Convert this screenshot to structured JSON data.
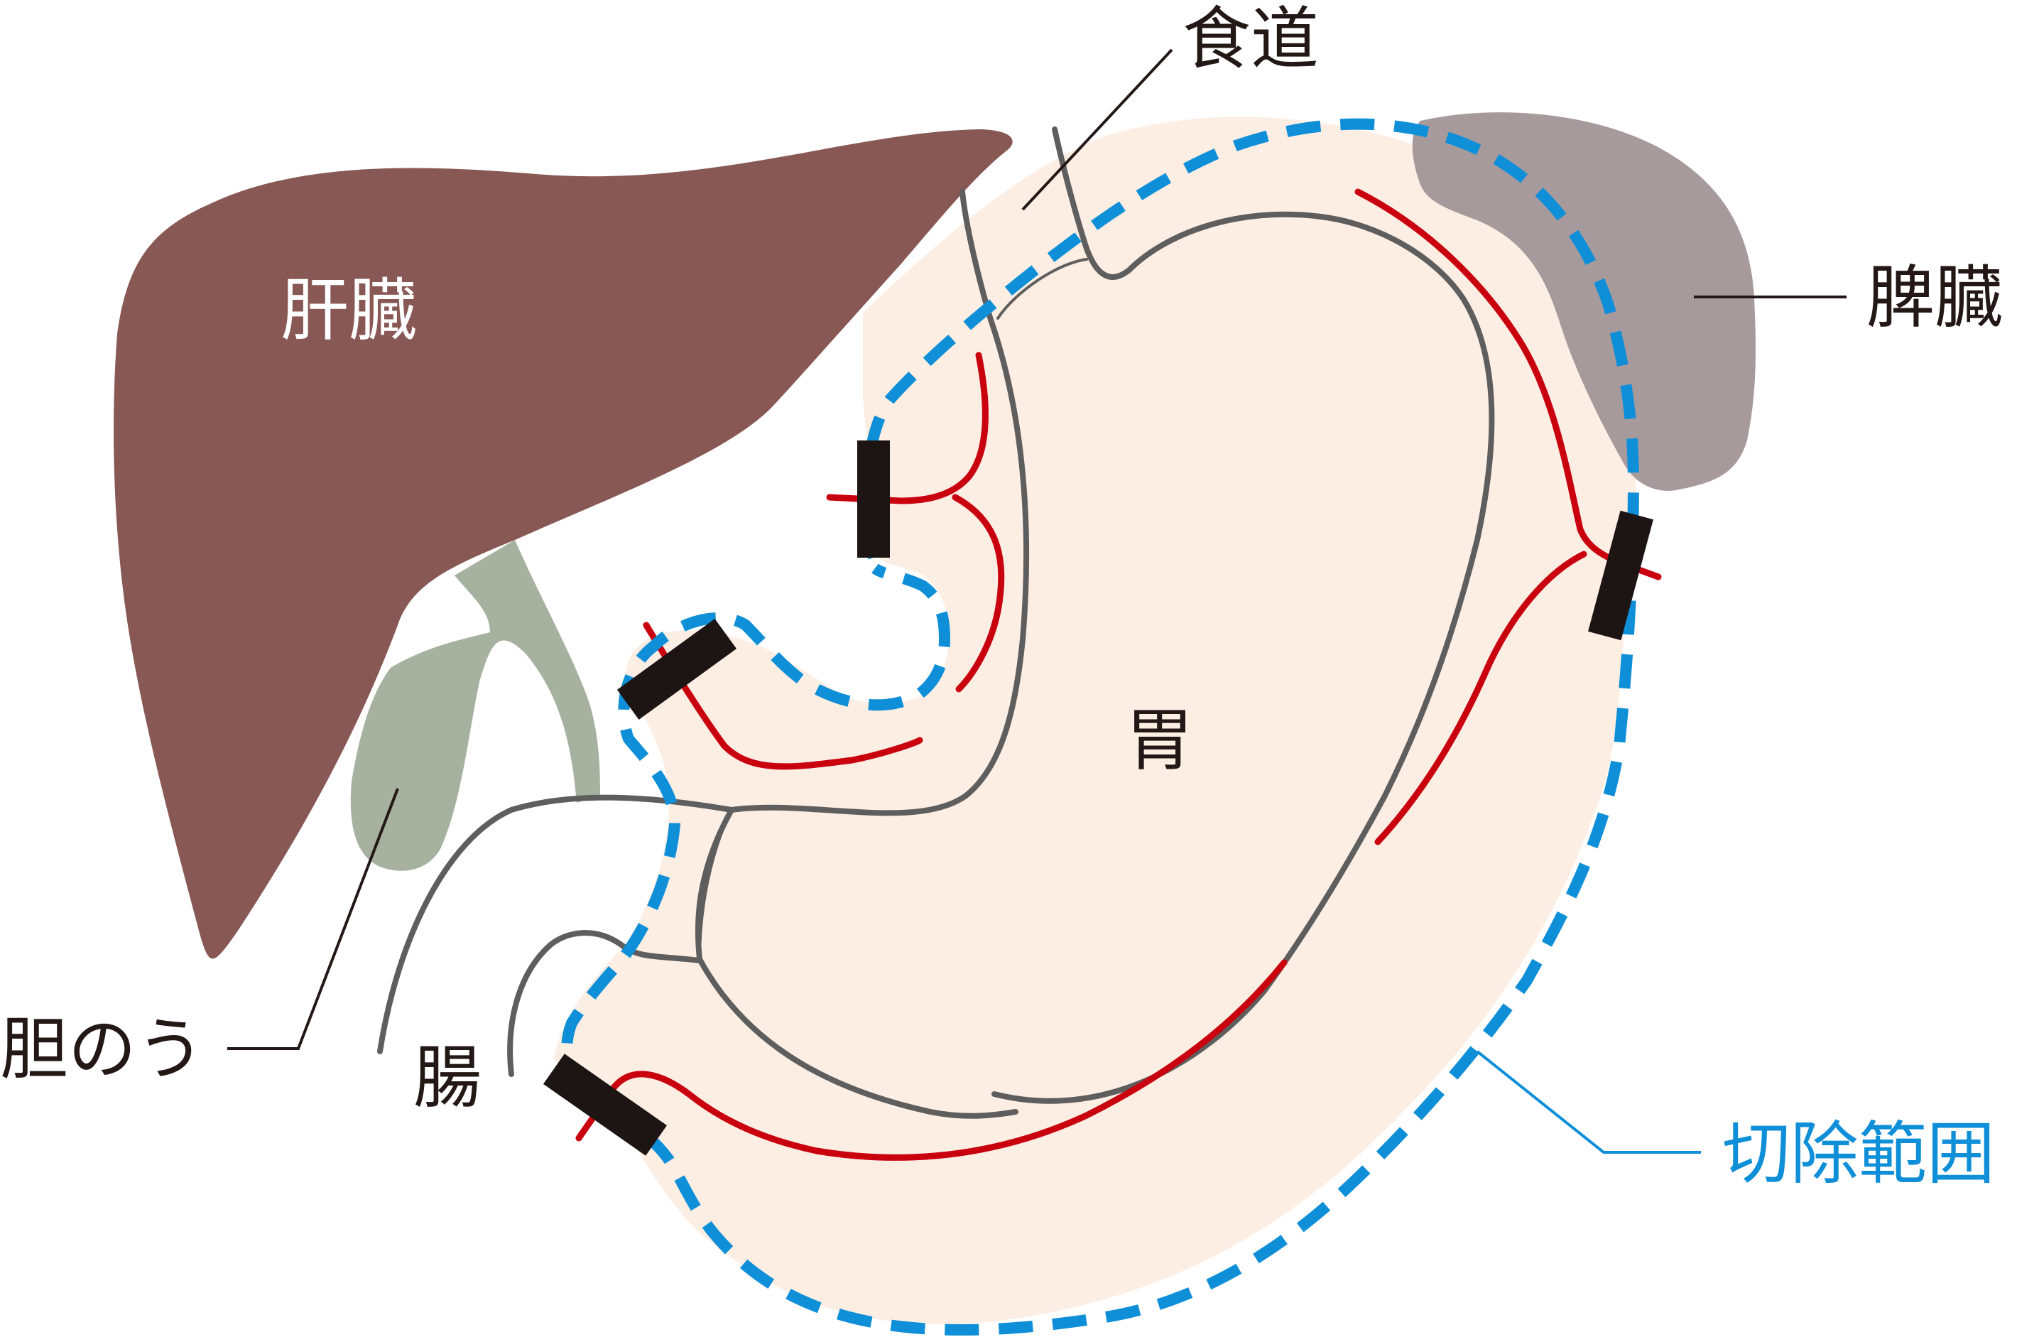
{
  "labels": {
    "liver": "肝臓",
    "esophagus": "食道",
    "spleen": "脾臓",
    "stomach": "胃",
    "gallbladder": "胆のう",
    "intestine": "腸",
    "resection_range": "切除範囲"
  },
  "colors": {
    "liver": "#885855",
    "spleen": "#a79a9c",
    "gallbladder": "#a7b1a0",
    "stomach_outline": "#5f5e5e",
    "resection_area": "#fdeee4",
    "resection_line": "#0f8fd8",
    "artery": "#c9000e",
    "clamp": "#1c1514",
    "label_text": "#231815",
    "leader_line": "#231815"
  }
}
